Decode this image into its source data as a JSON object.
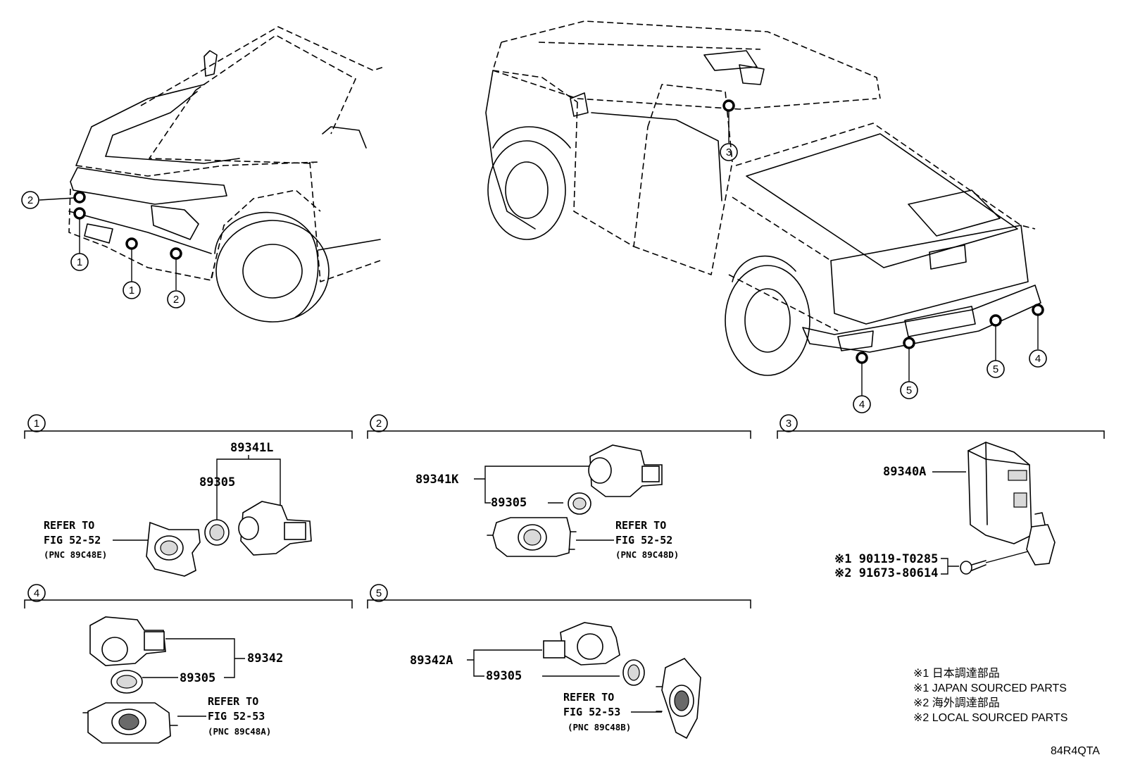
{
  "diagram_code": "84R4QTA",
  "callout_labels": [
    "1",
    "2",
    "3",
    "4",
    "5"
  ],
  "sections": {
    "s1": {
      "num": "1",
      "parts": {
        "sensor_assy": "89341L",
        "retainer": "89305"
      },
      "refer": {
        "line1": "REFER TO",
        "line2": "FIG 52-52",
        "pnc": "(PNC 89C48E)"
      }
    },
    "s2": {
      "num": "2",
      "parts": {
        "sensor_assy": "89341K",
        "retainer": "89305"
      },
      "refer": {
        "line1": "REFER TO",
        "line2": "FIG 52-52",
        "pnc": "(PNC 89C48D)"
      }
    },
    "s3": {
      "num": "3",
      "parts": {
        "computer": "89340A",
        "bolt_jp": "※1 90119-T0285",
        "bolt_local": "※2 91673-80614"
      }
    },
    "s4": {
      "num": "4",
      "parts": {
        "sensor_assy": "89342",
        "retainer": "89305"
      },
      "refer": {
        "line1": "REFER TO",
        "line2": "FIG 52-53",
        "pnc": "(PNC 89C48A)"
      }
    },
    "s5": {
      "num": "5",
      "parts": {
        "sensor_assy": "89342A",
        "retainer": "89305"
      },
      "refer": {
        "line1": "REFER TO",
        "line2": "FIG 52-53",
        "pnc": "(PNC 89C48B)"
      }
    }
  },
  "notes": [
    "※1 日本調達部品",
    "※1 JAPAN SOURCED PARTS",
    "※2 海外調達部品",
    "※2 LOCAL SOURCED PARTS"
  ]
}
